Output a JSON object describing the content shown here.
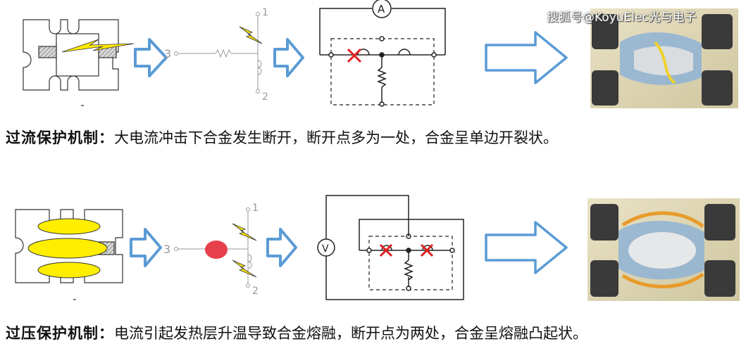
{
  "watermark": "搜狐号@KoyuElec光与电子",
  "overcurrent": {
    "title": "过流保护机制：",
    "text": "大电流冲击下合金发生断开，断开点多为一处，合金呈单边开裂状。",
    "terminals": [
      "1",
      "2",
      "3"
    ],
    "meter_label": "A"
  },
  "overvoltage": {
    "title": "过压保护机制：",
    "text": "电流引起发热层升温导致合金熔融，断开点为两处，合金呈熔融凸起状。",
    "terminals": [
      "1",
      "2",
      "3"
    ],
    "meter_label": "V"
  },
  "colors": {
    "arrow_fill": "#ffffff",
    "arrow_stroke": "#5b9bd5",
    "lightning": "#ffe800",
    "break_mark": "#e02020",
    "heater": "#e8404a",
    "alloy": "#ffee00"
  },
  "icons": [
    "lightning-icon",
    "hollow-arrow-icon",
    "break-x-icon",
    "ammeter-icon",
    "voltmeter-icon"
  ]
}
